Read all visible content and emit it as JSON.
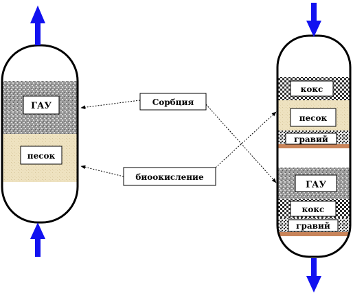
{
  "colors": {
    "arrow": "#1212f0",
    "vessel_outline": "#000000",
    "gau_fill": "#9a9a9a",
    "sand_fill": "#eee2c0",
    "coke_fill": "#3a3a3a",
    "gravel_fill": "#bdbdbd",
    "clay_strip": "#c8845a",
    "label_box_fill": "#ffffff"
  },
  "callouts": {
    "sorption": "Сорбция",
    "biooxidation": "биоокисление"
  },
  "left_column": {
    "gau_label": "ГАУ",
    "sand_label": "песок"
  },
  "right_column": {
    "top_coke_label": "кокс",
    "top_sand_label": "песок",
    "top_gravel_label": "гравий",
    "gau_label": "ГАУ",
    "bottom_coke_label": "кокс",
    "bottom_gravel_label": "гравий"
  },
  "icons": {
    "left_outflow": "arrow-up-icon",
    "left_inflow": "arrow-up-icon",
    "right_inflow": "arrow-down-icon",
    "right_outflow": "arrow-down-icon"
  }
}
